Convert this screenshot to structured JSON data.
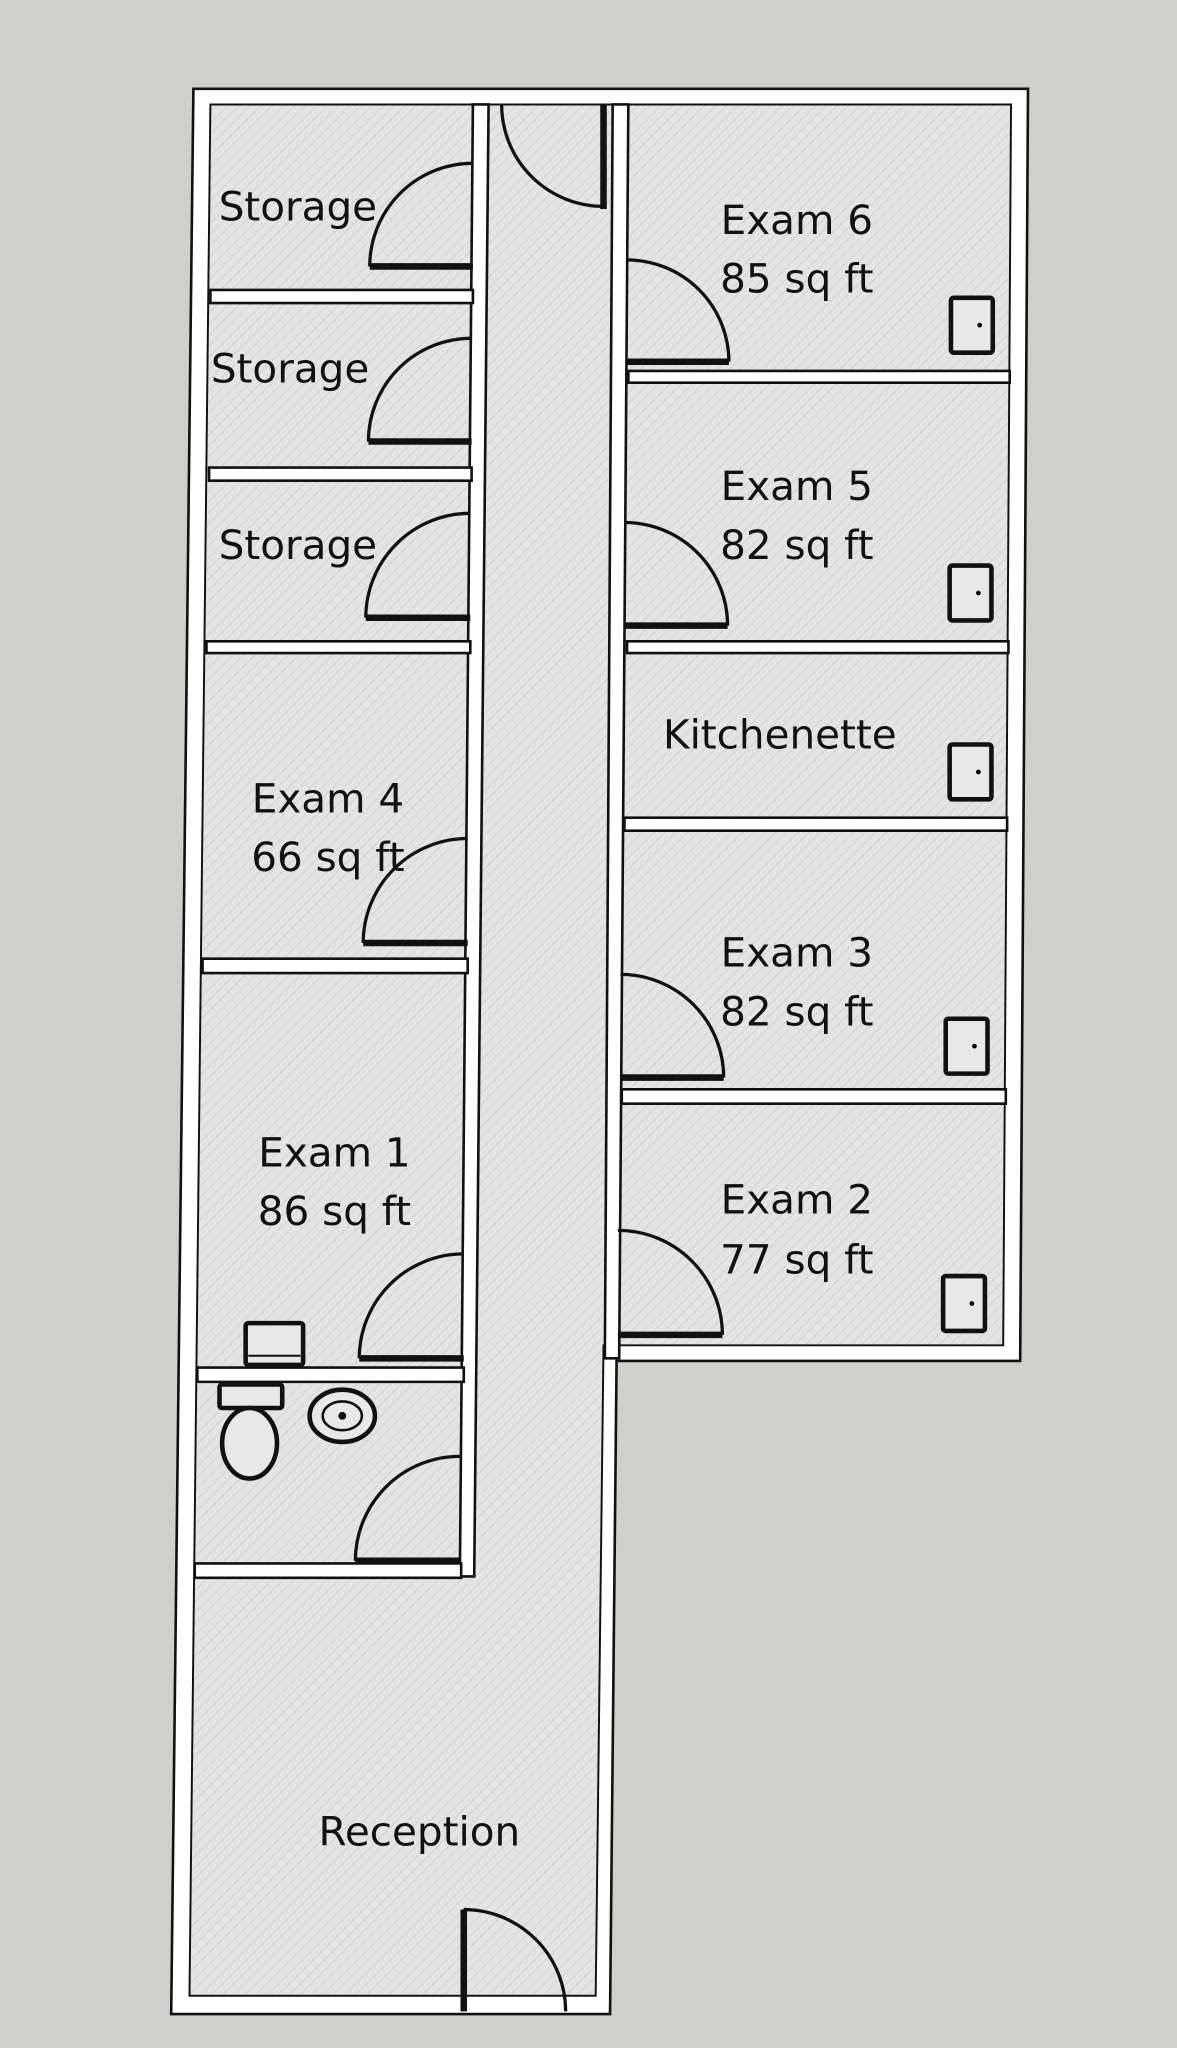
{
  "title": "Clinic floor plan",
  "colors": {
    "background": "#cfd0cb",
    "floor": "#e4e4e4",
    "wall": "#ffffff",
    "line": "#111111"
  },
  "rooms": {
    "storage_1": {
      "name": "Storage"
    },
    "storage_2": {
      "name": "Storage"
    },
    "storage_3": {
      "name": "Storage"
    },
    "exam_6": {
      "name": "Exam 6",
      "area": "85 sq ft"
    },
    "exam_5": {
      "name": "Exam 5",
      "area": "82 sq ft"
    },
    "kitchenette": {
      "name": "Kitchenette"
    },
    "exam_4": {
      "name": "Exam 4",
      "area": "66 sq ft"
    },
    "exam_3": {
      "name": "Exam 3",
      "area": "82 sq ft"
    },
    "exam_1": {
      "name": "Exam 1",
      "area": "86 sq ft"
    },
    "exam_2": {
      "name": "Exam 2",
      "area": "77 sq ft"
    },
    "reception": {
      "name": "Reception"
    }
  },
  "icons": [
    "door-swing-icon",
    "cabinet-icon",
    "toilet-icon",
    "sink-icon"
  ]
}
